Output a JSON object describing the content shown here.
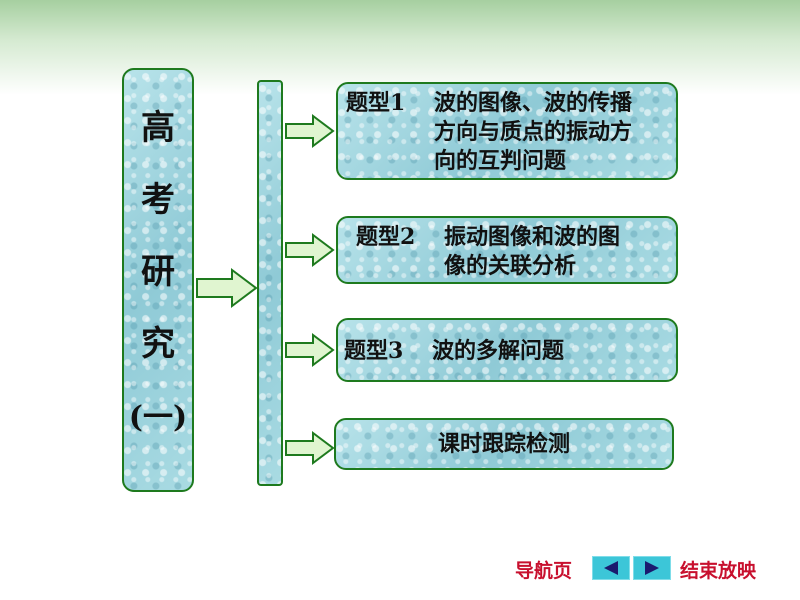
{
  "sidebar": {
    "title_chars": [
      "高",
      "考",
      "研",
      "究"
    ],
    "subtitle": "(一)"
  },
  "topics": [
    {
      "label": "题型1",
      "lines": [
        "波的图像、波的传播",
        "方向与质点的振动方",
        "向的互判问题"
      ]
    },
    {
      "label": "题型2",
      "lines": [
        "振动图像和波的图",
        "像的关联分析"
      ]
    },
    {
      "label": "题型3",
      "lines": [
        "波的多解问题"
      ]
    },
    {
      "label": "",
      "lines": [
        "课时跟踪检测"
      ]
    }
  ],
  "nav": {
    "guide_label": "导航页",
    "end_label": "结束放映"
  },
  "colors": {
    "panel_border": "#1e7a1e",
    "panel_fill": "#9ed4dc",
    "arrow_fill": "#e0f5d0",
    "nav_text": "#c8102e",
    "nav_button": "#3cc6d8",
    "nav_icon": "#1a1a6e"
  }
}
